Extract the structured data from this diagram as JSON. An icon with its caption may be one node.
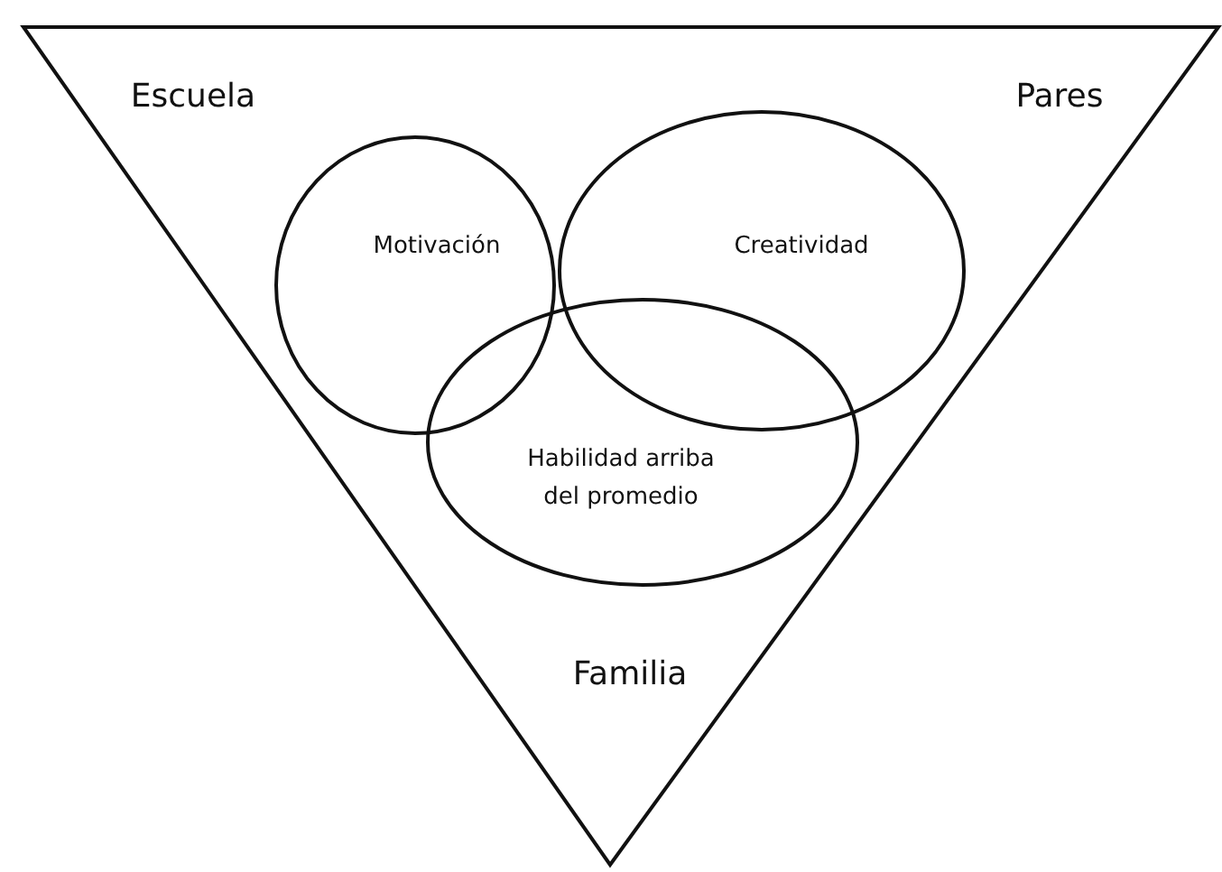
{
  "diagram": {
    "nodes": [
      {
        "text": [
          "Escuela",
          "Pares",
          "Familia"
        ]
      },
      {
        "text": [
          "Motivación"
        ],
        "in": 0
      },
      {
        "text": [
          "Creatividad"
        ],
        "in": 0
      },
      {
        "text": [
          "Habilidad arriba del promedio"
        ],
        "in": 0
      }
    ]
  }
}
